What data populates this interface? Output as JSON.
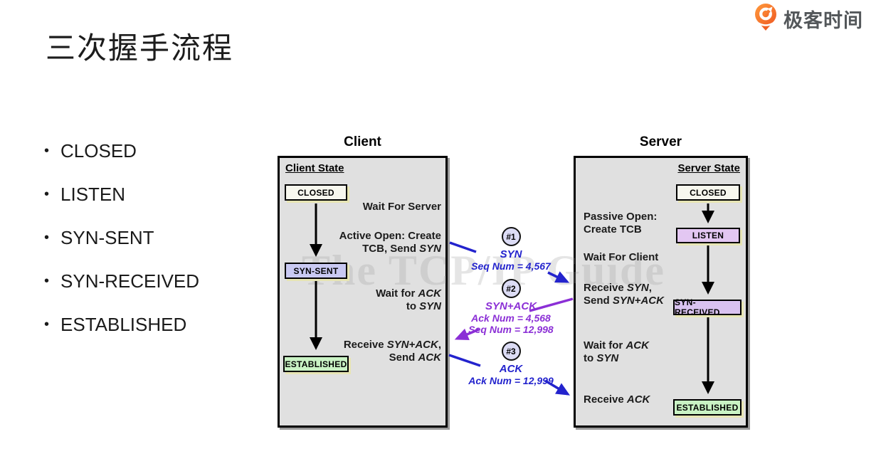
{
  "header": {
    "title": "三次握手流程"
  },
  "logo": {
    "text": "极客时间",
    "icon": "geektime-q-pin-icon",
    "brand_color": "#f3662c"
  },
  "bullets": [
    "CLOSED",
    "LISTEN",
    "SYN-SENT",
    "SYN-RECEIVED",
    "ESTABLISHED"
  ],
  "diagram": {
    "watermark": "The TCP/IP Guide",
    "client": {
      "title": "Client",
      "state_header": "Client State",
      "states": {
        "closed": "CLOSED",
        "syn_sent": "SYN-SENT",
        "established": "ESTABLISHED"
      },
      "annotations": {
        "wait_server": "Wait For Server",
        "active_open": "Active Open: Create\nTCB, Send *SYN*",
        "wait_ack": "Wait for *ACK*\nto *SYN*",
        "receive_synack": "Receive *SYN+ACK*,\nSend *ACK*"
      }
    },
    "server": {
      "title": "Server",
      "state_header": "Server State",
      "states": {
        "closed": "CLOSED",
        "listen": "LISTEN",
        "syn_received": "SYN-RECEIVED",
        "established": "ESTABLISHED"
      },
      "annotations": {
        "passive_open": "Passive Open:\nCreate TCB",
        "wait_client": "Wait For Client",
        "receive_syn": "Receive *SYN*,\nSend *SYN+ACK*",
        "wait_ack": "Wait for *ACK*\nto *SYN*",
        "receive_ack": "Receive *ACK*"
      }
    },
    "messages": [
      {
        "num": "#1",
        "name": "SYN",
        "detail": "Seq Num = 4,567",
        "color": "#2323cd"
      },
      {
        "num": "#2",
        "name": "SYN+ACK",
        "detail": "Ack Num = 4,568\nSeq Num = 12,998",
        "color": "#8b2fd6"
      },
      {
        "num": "#3",
        "name": "ACK",
        "detail": "Ack Num = 12,999",
        "color": "#2323cd"
      }
    ],
    "state_colors": {
      "closed": "#f7f7ee",
      "syn_sent": "#c9c9f2",
      "listen": "#e3c7f2",
      "syn_received": "#d9c2f0",
      "established": "#c9f2c4"
    }
  }
}
